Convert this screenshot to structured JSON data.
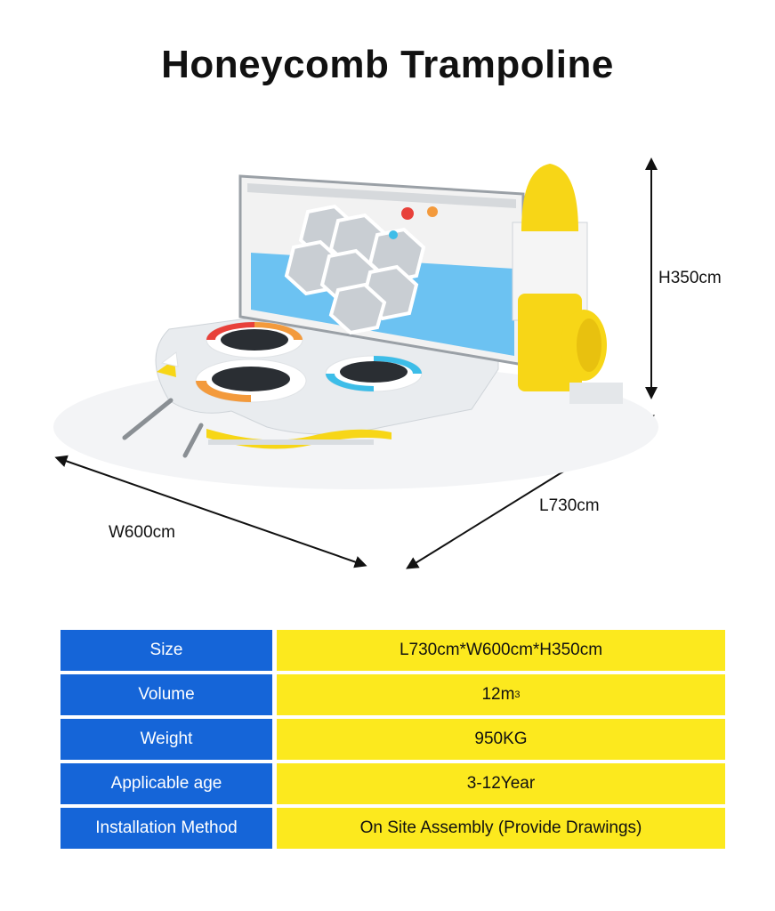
{
  "title": "Honeycomb Trampoline",
  "dimensions": {
    "height": "H350cm",
    "length": "L730cm",
    "width": "W600cm"
  },
  "specs": [
    {
      "label": "Size",
      "value": "L730cm*W600cm*H350cm"
    },
    {
      "label": "Volume",
      "value": "12m",
      "sup": "3"
    },
    {
      "label": "Weight",
      "value": "950KG"
    },
    {
      "label": "Applicable age",
      "value": "3-12Year"
    },
    {
      "label": "Installation Method",
      "value": "On Site Assembly (Provide Drawings)"
    }
  ],
  "colors": {
    "label_bg": "#1565d8",
    "value_bg": "#fce91e",
    "accent_yellow": "#f7d617",
    "accent_blue": "#5bbcf0",
    "accent_orange": "#f39a3c",
    "accent_red": "#e8413a"
  }
}
